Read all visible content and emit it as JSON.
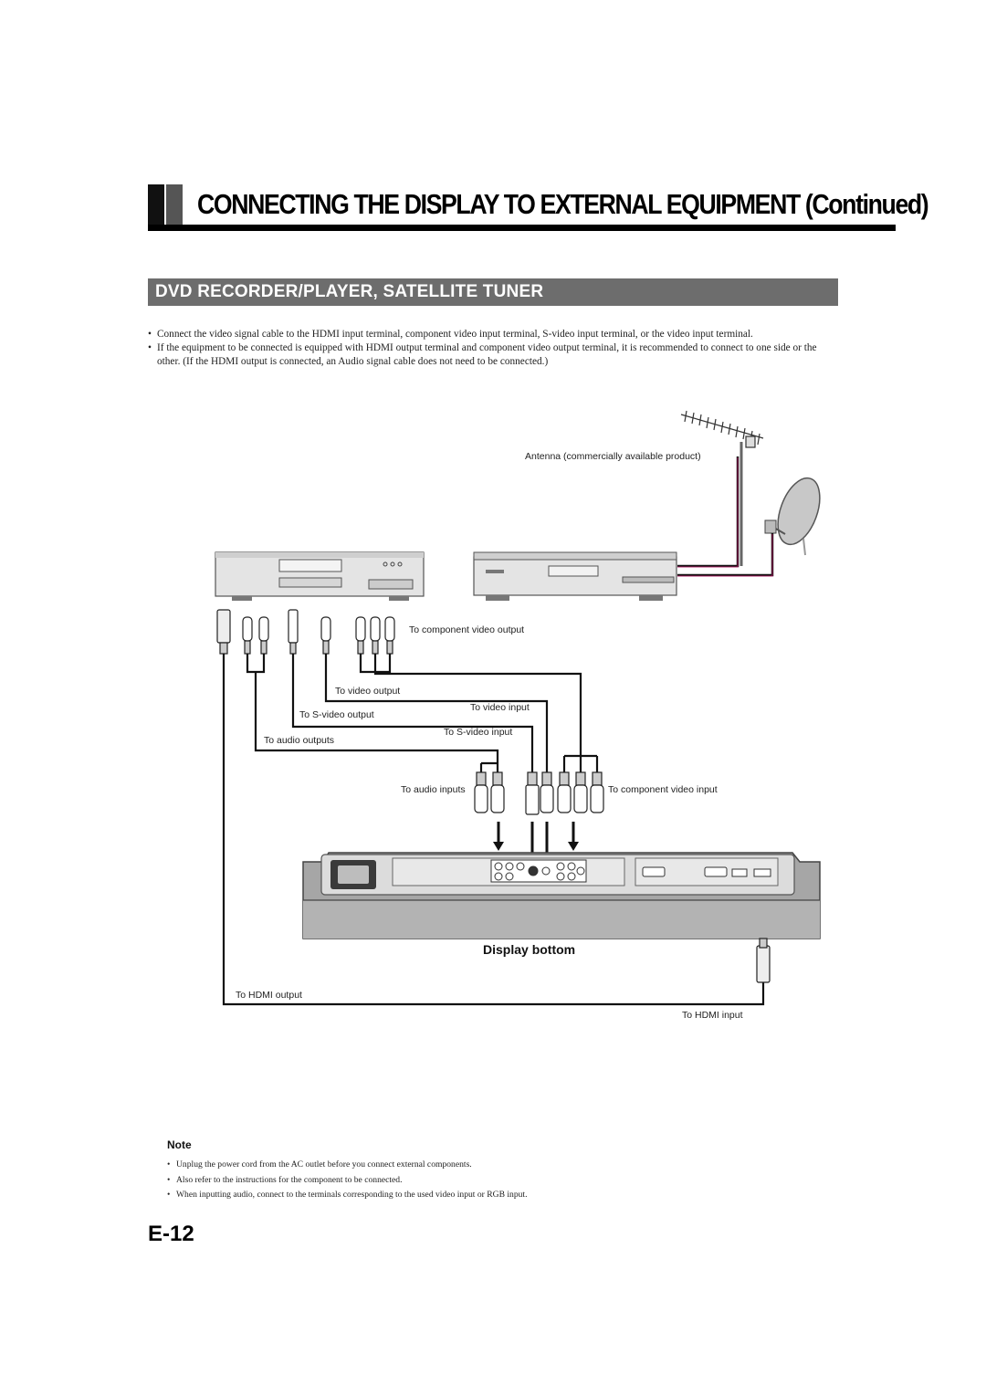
{
  "header": {
    "title": "CONNECTING THE DISPLAY TO EXTERNAL EQUIPMENT (Continued)"
  },
  "section": {
    "title": "DVD RECORDER/PLAYER, SATELLITE TUNER"
  },
  "bullets": [
    "Connect the video signal cable to the HDMI input terminal, component video input terminal, S-video input terminal, or the video input terminal.",
    "If the equipment to be connected is equipped with HDMI output terminal and component video output terminal, it is recommended to connect to one side or the other. (If the HDMI output is connected, an Audio signal cable does not need to be connected.)"
  ],
  "bullet_symbol": "•",
  "diagram": {
    "antenna": "Antenna (commercially available product)",
    "to_component_video_output": "To component video output",
    "to_video_output": "To video output",
    "to_svideo_output": "To S-video output",
    "to_audio_outputs": "To audio outputs",
    "to_video_input": "To video input",
    "to_svideo_input": "To S-video input",
    "to_audio_inputs": "To audio inputs",
    "to_component_video_input": "To component video input",
    "display_bottom": "Display bottom",
    "to_hdmi_output": "To HDMI output",
    "to_hdmi_input": "To HDMI input"
  },
  "note": {
    "heading": "Note",
    "items": [
      "Unplug the power cord from the AC outlet before you connect external components.",
      "Also refer to the instructions for the component to be connected.",
      "When inputting audio, connect to the terminals corresponding to the used video input or RGB input."
    ]
  },
  "page_number": "E-12"
}
